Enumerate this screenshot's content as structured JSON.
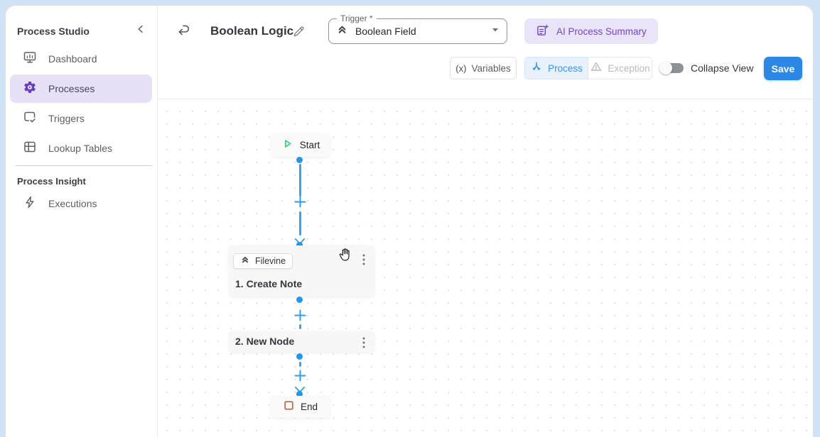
{
  "sidebar": {
    "title": "Process Studio",
    "items": [
      {
        "label": "Dashboard"
      },
      {
        "label": "Processes"
      },
      {
        "label": "Triggers"
      },
      {
        "label": "Lookup Tables"
      }
    ],
    "section": {
      "label": "Process Insight"
    },
    "executions_label": "Executions"
  },
  "header": {
    "title": "Boolean Logic",
    "trigger": {
      "label": "Trigger *",
      "value": "Boolean Field"
    },
    "ai_summary_label": "AI Process Summary"
  },
  "toolbar": {
    "variables_prefix": "(x)",
    "variables_label": "Variables",
    "process_label": "Process",
    "exception_label": "Exception",
    "collapse_label": "Collapse View",
    "save_label": "Save"
  },
  "canvas": {
    "start": {
      "label": "Start"
    },
    "nodes": [
      {
        "app": "Filevine",
        "title": "1. Create Note"
      },
      {
        "title": "2. New Node"
      }
    ],
    "end": {
      "label": "End"
    }
  },
  "colors": {
    "accent_blue": "#2d87e4",
    "edge_blue": "#35a3ec",
    "accent_purple": "#6e45c7",
    "sidebar_active_bg": "#e8e1f6",
    "start_green": "#2fd36b",
    "end_red": "#b96a50"
  }
}
